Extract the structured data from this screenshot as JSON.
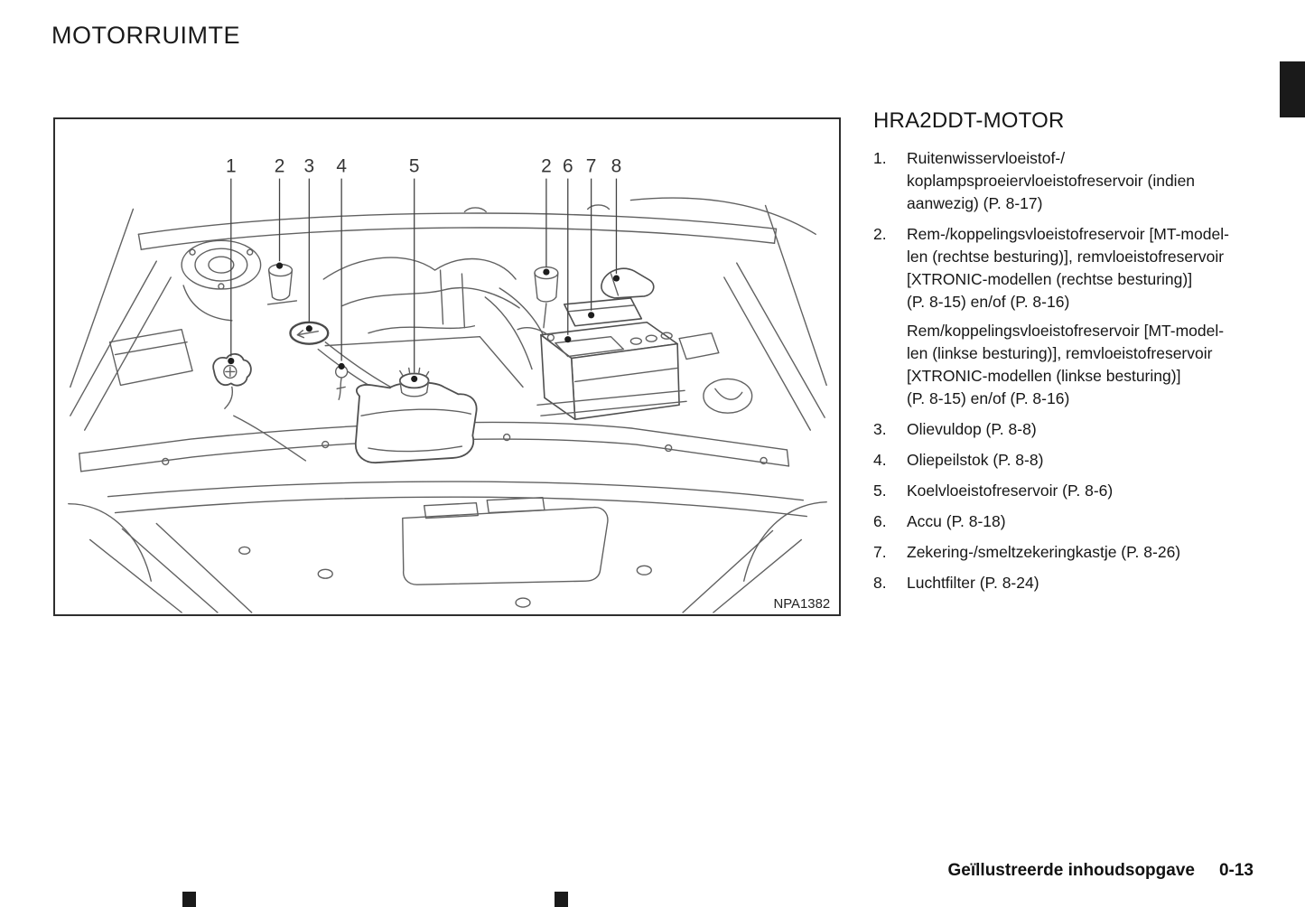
{
  "page_title": "MOTORRUIMTE",
  "figure": {
    "image_code": "NPA1382",
    "callouts": [
      "1",
      "2",
      "3",
      "4",
      "5",
      "2",
      "6",
      "7",
      "8"
    ]
  },
  "content": {
    "heading": "HRA2DDT-MOTOR",
    "items": [
      {
        "num": "1.",
        "paragraphs": [
          "Ruitenwisservloeistof-/\nkoplampsproeiervloeistofreservoir (indien\naanwezig) (P. 8-17)"
        ]
      },
      {
        "num": "2.",
        "paragraphs": [
          "Rem-/koppelingsvloeistofreservoir [MT-model-\nlen (rechtse besturing)], remvloeistofreservoir\n[XTRONIC-modellen (rechtse besturing)]\n(P. 8-15) en/of (P. 8-16)",
          "Rem/koppelingsvloeistofreservoir [MT-model-\nlen (linkse besturing)], remvloeistofreservoir\n[XTRONIC-modellen (linkse besturing)]\n(P. 8-15) en/of (P. 8-16)"
        ]
      },
      {
        "num": "3.",
        "paragraphs": [
          "Olievuldop (P. 8-8)"
        ]
      },
      {
        "num": "4.",
        "paragraphs": [
          "Oliepeilstok (P. 8-8)"
        ]
      },
      {
        "num": "5.",
        "paragraphs": [
          "Koelvloeistofreservoir (P. 8-6)"
        ]
      },
      {
        "num": "6.",
        "paragraphs": [
          "Accu (P. 8-18)"
        ]
      },
      {
        "num": "7.",
        "paragraphs": [
          "Zekering-/smeltzekeringkastje (P. 8-26)"
        ]
      },
      {
        "num": "8.",
        "paragraphs": [
          "Luchtfilter (P. 8-24)"
        ]
      }
    ]
  },
  "footer": {
    "label": "Geïllustreerde inhoudsopgave",
    "page_number": "0-13"
  },
  "colors": {
    "page_bg": "#ffffff",
    "text": "#141414",
    "line_art": "#616161",
    "marker_black": "#1a1a1a"
  }
}
